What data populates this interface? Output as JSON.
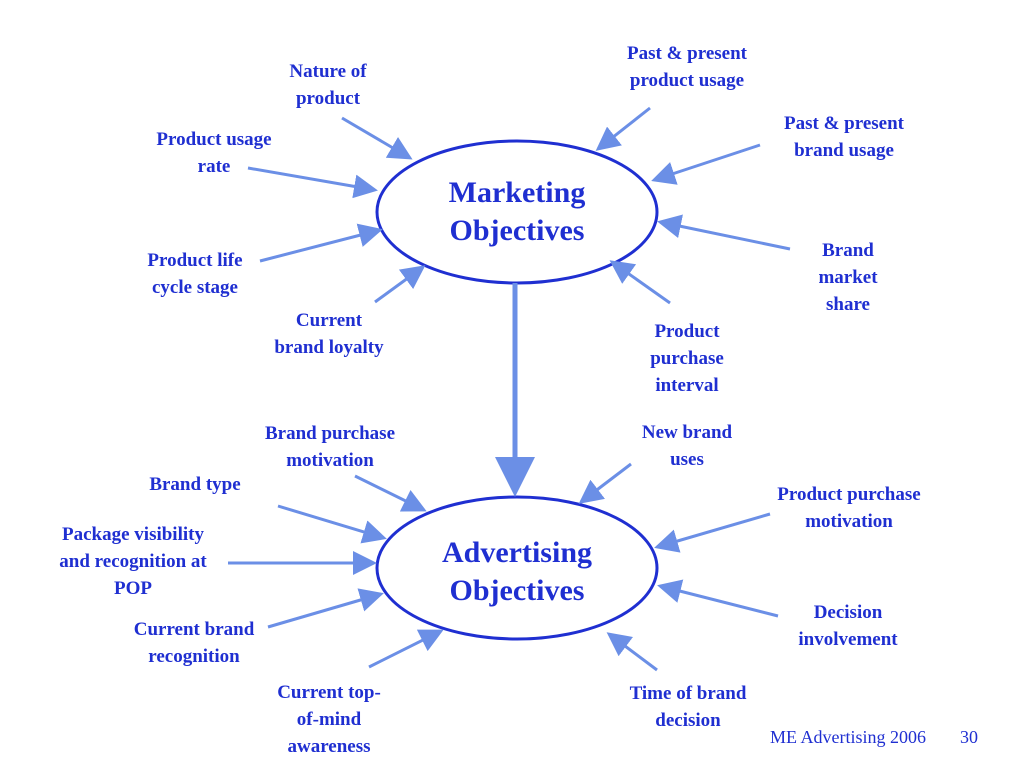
{
  "colors": {
    "text": "#1f2fd1",
    "arrow": "#6b8fe6",
    "ellipse": "#1f2fd1"
  },
  "marketing": {
    "title": "Marketing\nObjectives"
  },
  "advertising": {
    "title": "Advertising\nObjectives"
  },
  "marketing_factors": {
    "nature_of_product": "Nature of\nproduct",
    "product_usage_rate": "Product usage\nrate",
    "product_life_cycle": "Product life\ncycle stage",
    "current_brand_loyalty": "Current\nbrand loyalty",
    "past_present_product_usage": "Past & present\nproduct usage",
    "past_present_brand_usage": "Past & present\nbrand usage",
    "brand_market_share": "Brand\nmarket\nshare",
    "product_purchase_interval": "Product\npurchase\ninterval"
  },
  "advertising_factors": {
    "brand_purchase_motivation": "Brand purchase\nmotivation",
    "brand_type": "Brand type",
    "package_visibility": "Package visibility\nand recognition at\nPOP",
    "current_brand_recognition": "Current brand\nrecognition",
    "current_top_of_mind": "Current top-\nof-mind\nawareness",
    "new_brand_uses": "New brand\nuses",
    "product_purchase_motivation": "Product purchase\nmotivation",
    "decision_involvement": "Decision\ninvolvement",
    "time_of_brand_decision": "Time of brand\ndecision"
  },
  "footer": {
    "text": "ME Advertising 2006",
    "page": "30"
  }
}
